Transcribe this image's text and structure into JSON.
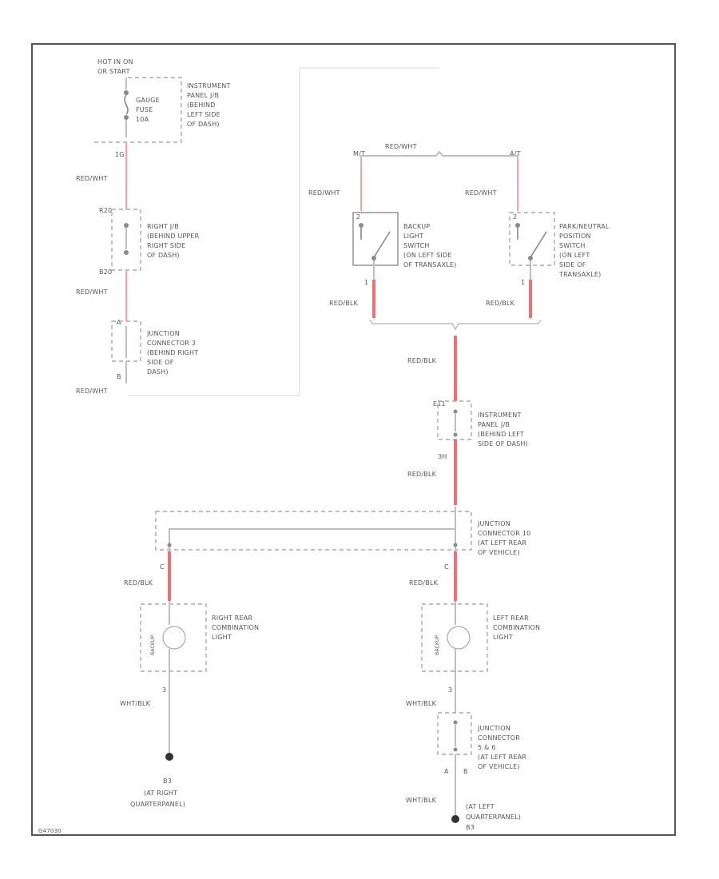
{
  "left_column": {
    "hot_label_1": "HOT IN ON",
    "hot_label_2": "OR START",
    "fuse_box_1": [
      "INSTRUMENT",
      "PANEL J/B",
      "(BEHIND",
      "LEFT SIDE",
      "OF DASH)"
    ],
    "fuse_1": [
      "GAUGE",
      "FUSE",
      "10A"
    ],
    "pin_1": "1G",
    "wire_1": "RED/WHT",
    "pin_2": "R20",
    "rj_box": [
      "RIGHT J/B",
      "(BEHIND UPPER",
      "RIGHT SIDE",
      "OF DASH)"
    ],
    "pin_3": "B20",
    "wire_2": "RED/WHT",
    "pin_4": "A",
    "jc3_box": [
      "JUNCTION",
      "CONNECTOR 3",
      "(BEHIND RIGHT",
      "SIDE OF",
      "DASH)"
    ],
    "pin_5": "B",
    "wire_3": "RED/WHT"
  },
  "switches": {
    "label_mt": "M/T",
    "label_at": "A/T",
    "top_wire": "RED/WHT",
    "left_wire": "RED/WHT",
    "right_wire": "RED/WHT",
    "backup_pin_top": "2",
    "backup_pin_bottom": "1",
    "backup_box": [
      "BACKUP",
      "LIGHT",
      "SWITCH",
      "(ON LEFT SIDE",
      "OF TRANSAXLE)"
    ],
    "park_pin_top": "2",
    "park_pin_bottom": "1",
    "park_box": [
      "PARK/NEUTRAL",
      "POSITION",
      "SWITCH",
      "(ON LEFT",
      "SIDE OF",
      "TRANSAXLE)"
    ],
    "left_out_wire": "RED/BLK",
    "right_out_wire": "RED/BLK"
  },
  "center": {
    "wire_1": "RED/BLK",
    "pin_top": "E11",
    "ip_box": [
      "INSTRUMENT",
      "PANEL J/B",
      "(BEHIND LEFT",
      "SIDE OF DASH)"
    ],
    "pin_bottom": "3H",
    "wire_2": "RED/BLK",
    "jc10_box": [
      "JUNCTION",
      "CONNECTOR 10",
      "(AT LEFT REAR",
      "OF VEHICLE)"
    ],
    "pin_c_left": "C",
    "pin_c_right": "C",
    "wire_left": "RED/BLK",
    "wire_right": "RED/BLK"
  },
  "rear_lights": {
    "right_box": [
      "RIGHT REAR",
      "COMBINATION",
      "LIGHT"
    ],
    "left_box": [
      "LEFT REAR",
      "COMBINATION",
      "LIGHT"
    ],
    "bulb_label": "BACKUP",
    "pin_right_bottom": "3",
    "pin_left_bottom": "3",
    "wire_right": "WHT/BLK",
    "wire_left": "WHT/BLK",
    "jc_box": [
      "JUNCTION",
      "CONNECTOR",
      "5 & 6",
      "(AT LEFT REAR",
      "OF VEHICLE)"
    ],
    "jc_pin_a": "A",
    "jc_pin_b": "B",
    "wire_left_2": "WHT/BLK",
    "ground_right_id": "B3",
    "ground_right": [
      "(AT RIGHT",
      "QUARTERPANEL)"
    ],
    "ground_left": [
      "(AT LEFT",
      "QUARTERPANEL)"
    ],
    "ground_left_id": "B3"
  },
  "footer_code": "G47030",
  "colors": {
    "wire_red": "#ef6f78",
    "wire_pink": "#f3a3a8",
    "wire_gray": "#bfbfbf",
    "frame": "#555555"
  }
}
